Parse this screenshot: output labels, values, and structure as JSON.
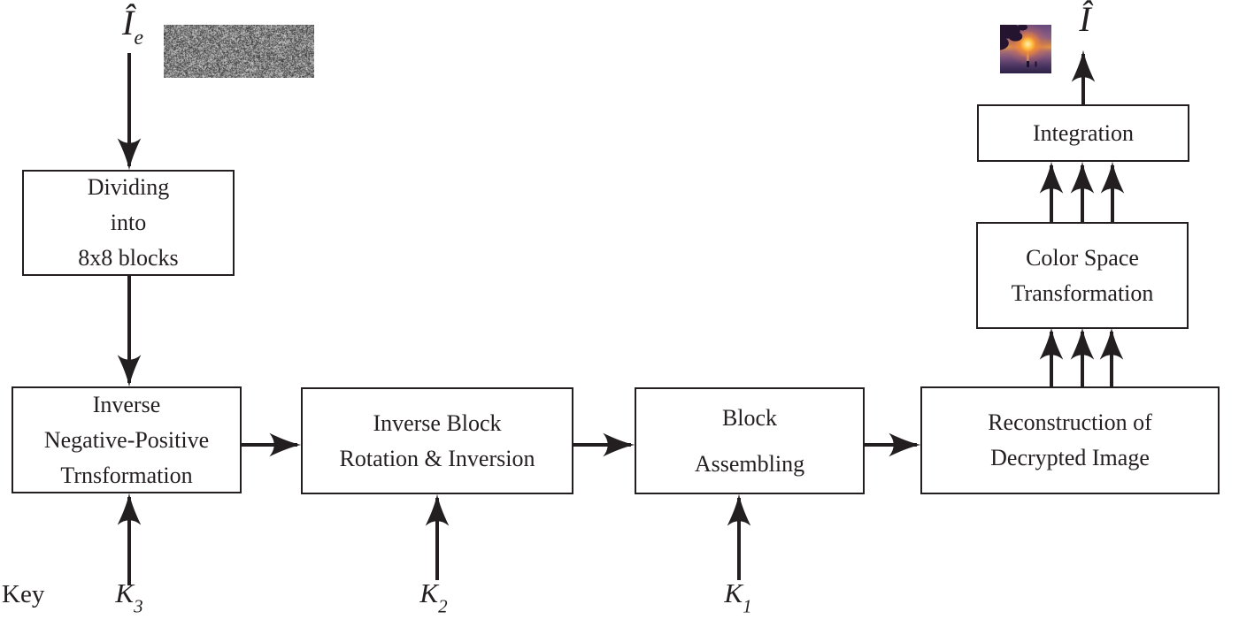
{
  "diagram": {
    "labels": {
      "input_symbol": {
        "base": "Î",
        "sub": "e"
      },
      "output_symbol": {
        "base": "Î",
        "sub": ""
      },
      "key_label": "Key",
      "keys": [
        {
          "base": "K",
          "sub": "3"
        },
        {
          "base": "K",
          "sub": "2"
        },
        {
          "base": "K",
          "sub": "1"
        }
      ]
    },
    "boxes": [
      {
        "id": "dividing",
        "lines": [
          "Dividing",
          "into",
          "8x8 blocks"
        ]
      },
      {
        "id": "inverse-negative-positive",
        "lines": [
          "Inverse",
          "Negative-Positive",
          "Trnsformation"
        ]
      },
      {
        "id": "inverse-block-rotation",
        "lines": [
          "Inverse Block",
          "Rotation & Inversion"
        ]
      },
      {
        "id": "block-assembling",
        "lines": [
          "Block",
          "Assembling"
        ]
      },
      {
        "id": "reconstruction",
        "lines": [
          "Reconstruction of",
          "Decrypted Image"
        ]
      },
      {
        "id": "color-space",
        "lines": [
          "Color Space",
          "Transformation"
        ]
      },
      {
        "id": "integration",
        "lines": [
          "Integration"
        ]
      }
    ],
    "images": {
      "encrypted": "grayscale-noise-thumbnail",
      "decrypted": "sunset-photo-thumbnail"
    },
    "colors": {
      "ink": "#231f20",
      "background": "#ffffff"
    }
  }
}
